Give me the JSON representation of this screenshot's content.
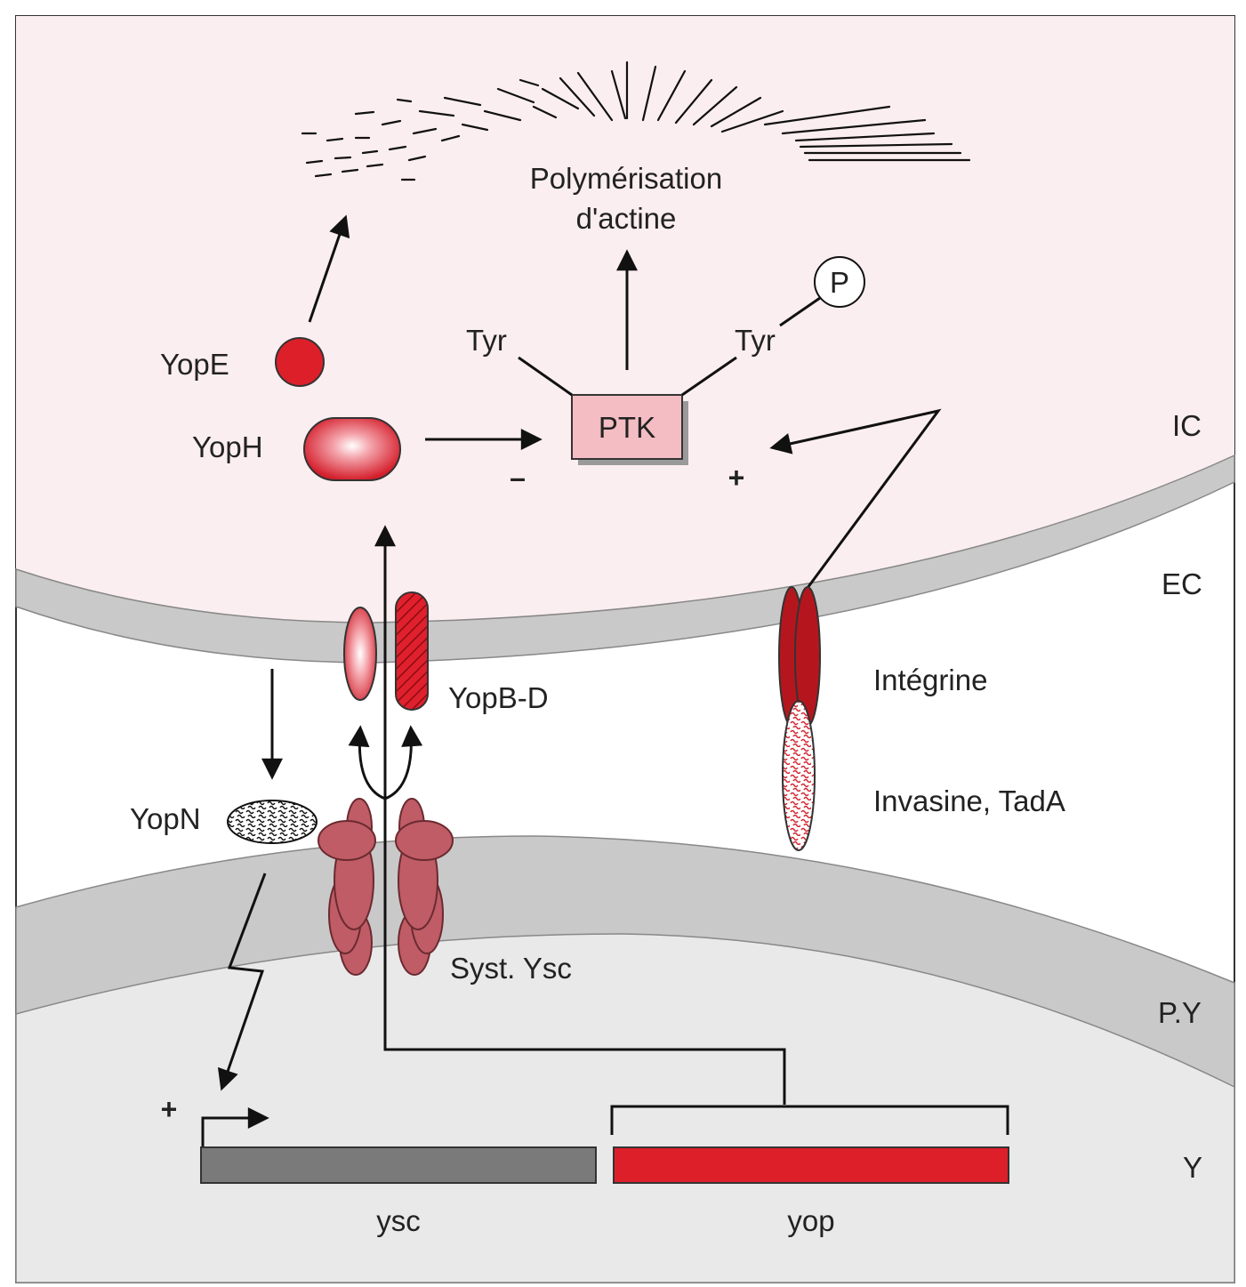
{
  "labels": {
    "actin": [
      "Polymérisation",
      "d'actine"
    ],
    "yope": "YopE",
    "yoph": "YopH",
    "ptk": "PTK",
    "tyr_left": "Tyr",
    "tyr_right": "Tyr",
    "phospho": "P",
    "minus": "–",
    "plus_ptk": "+",
    "plus_promoter": "+",
    "yopbd": "YopB-D",
    "yopn": "YopN",
    "integrine": "Intégrine",
    "invasine": "Invasine, TadA",
    "ysc_system": "Syst. Ysc",
    "gene_ysc": "ysc",
    "gene_yop": "yop"
  },
  "compartments": {
    "ic": "IC",
    "ec": "EC",
    "py": "P.Y",
    "y": "Y"
  },
  "colors": {
    "host_cytoplasm": "#fbeef0",
    "membrane": "#c9c9c9",
    "bacterium": "#e9e9e9",
    "yop_red": "#dd1f2a",
    "ysc_gray": "#7a7a7a",
    "ysc_protein": "#bf5c66",
    "integrin": "#b5161e",
    "ptk_fill": "#f4bcc3"
  }
}
